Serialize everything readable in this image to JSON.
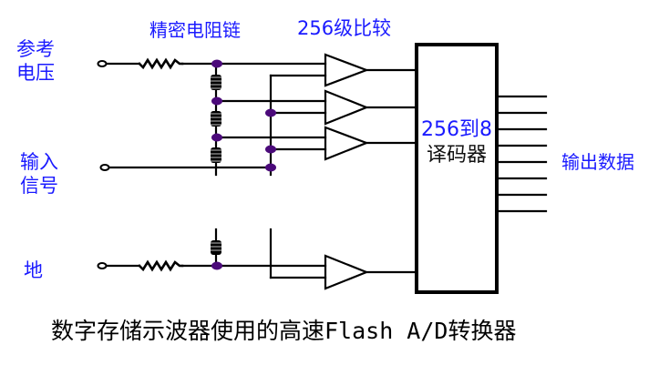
{
  "labels": {
    "ref_voltage": [
      "参考",
      "电压"
    ],
    "input_signal": [
      "输入",
      "信号"
    ],
    "ground": "地",
    "resistor_chain": "精密电阻链",
    "comparators": "256级比较",
    "output_data": "输出数据"
  },
  "decoder": {
    "line1": "256到8",
    "line2": "译码器"
  },
  "caption": "数字存储示波器使用的高速Flash A/D转换器",
  "colors": {
    "label_blue": "#1a1aff",
    "node_purple": "#4b0a7a",
    "wire": "#000000"
  },
  "circuit": {
    "comparator_count_shown": 4,
    "output_lines": 8,
    "resistor_chain_segments_shown": 4
  }
}
